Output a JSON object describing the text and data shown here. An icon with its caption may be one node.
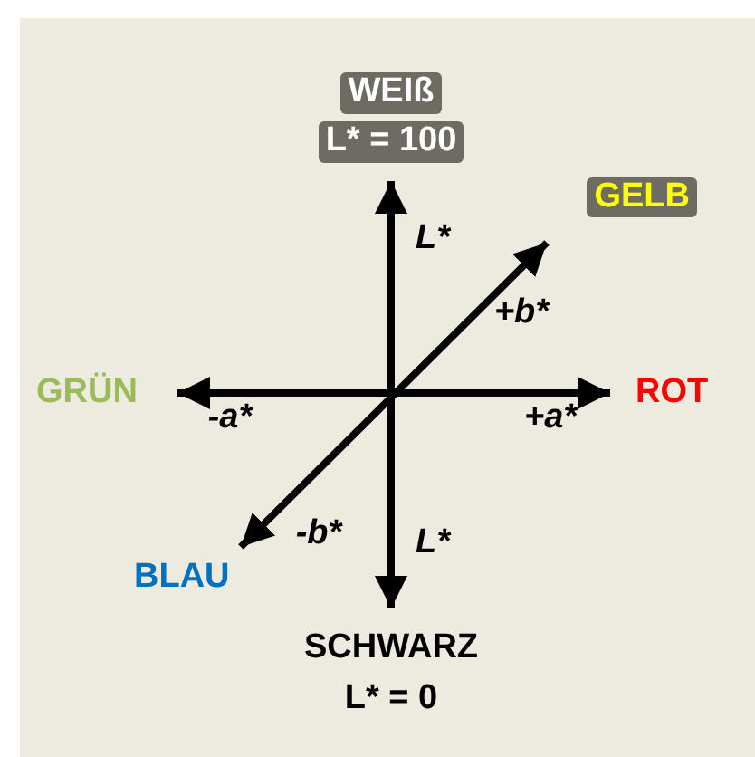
{
  "diagram": {
    "nodes": [
      {
        "text": [
          "WEIß",
          "L* = 100"
        ]
      },
      {
        "text": [
          "GELB"
        ]
      },
      {
        "text": [
          "GRÜN"
        ]
      },
      {
        "text": [
          "ROT"
        ]
      },
      {
        "text": [
          "BLAU"
        ]
      },
      {
        "text": [
          "SCHWARZ",
          "L* = 0"
        ]
      }
    ],
    "edges": [
      {
        "from": 5,
        "to": 0,
        "arrow": "both"
      },
      {
        "from": 4,
        "to": 1,
        "arrow": "both"
      },
      {
        "from": 2,
        "to": 3,
        "arrow": "both"
      }
    ],
    "labels": [
      "L*",
      "+b*",
      "-a*",
      "+a*",
      "-b*",
      "L*"
    ]
  }
}
